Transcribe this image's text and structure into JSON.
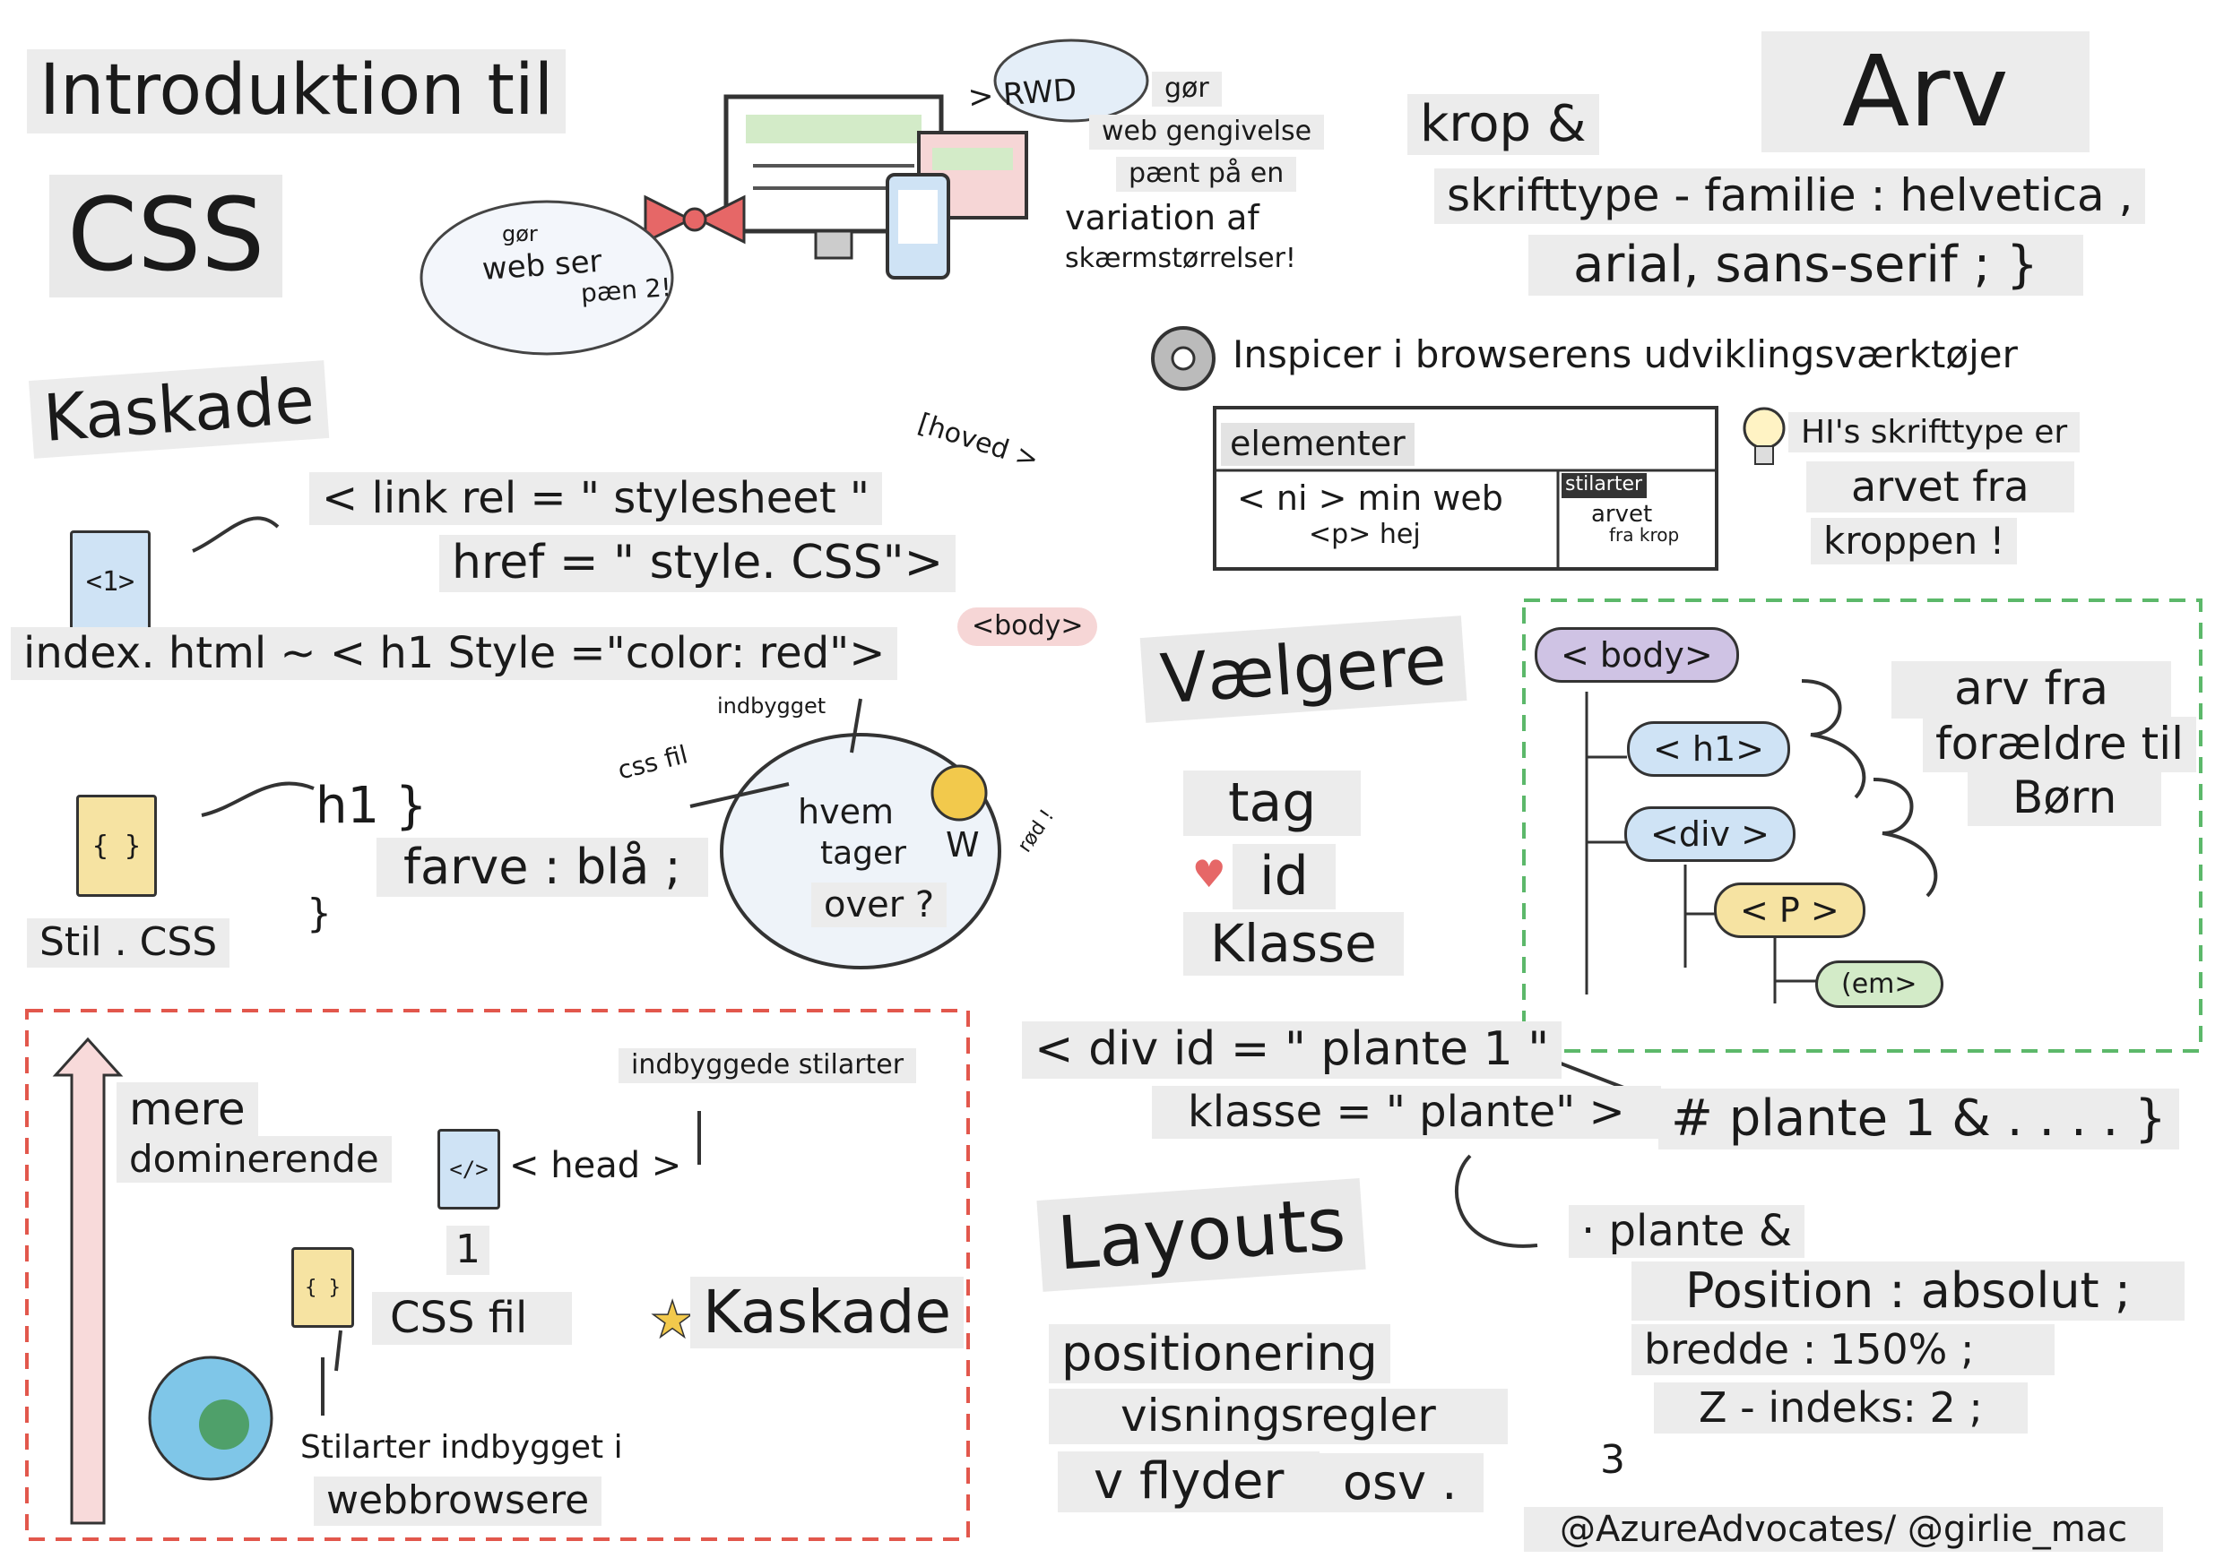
{
  "title": {
    "line1": "Introduktion til",
    "line2": "CSS"
  },
  "cloud": {
    "small": "gør",
    "l1": "web ser",
    "l2": "pæn 2!"
  },
  "rwd": {
    "badge": "> RWD",
    "desc1": "gør",
    "desc2": "web gengivelse",
    "desc3": "pænt på en",
    "desc4": "variation af",
    "desc5": "skærmstørrelser!"
  },
  "inherit": {
    "title": "Arv",
    "rule1": "krop &",
    "rule2": "skrifttype - familie : helvetica ,",
    "rule3": "arial, sans-serif ; }"
  },
  "devtools": {
    "heading": "Inspicer i browserens udviklingsværktøjer",
    "tab": "elementer",
    "row1": "< ni > min web",
    "row2": "<p> hej",
    "panel_tab": "stilarter",
    "panel_line1": "arvet",
    "panel_line2": "fra krop",
    "note1": "HI's skrifttype er",
    "note2": "arvet fra",
    "note3": "kroppen !"
  },
  "cascade": {
    "title": "Kaskade",
    "link1": "< link rel = \" stylesheet \"",
    "link2": "href = \" style. CSS\">",
    "index_line": "index. html ~ < h1 Style =\"color: red\">",
    "file1_label": "<1>",
    "hoved": "[hoved >",
    "body_bubble": "<body>",
    "indbygget": "indbygget",
    "css_fil": "css fil",
    "hvem1": "hvem",
    "hvem2": "tager",
    "hvem3": "over ?",
    "winner": "W",
    "rod": "rød !",
    "h1_rule": "h1 }",
    "h1_prop": "farve : blå ;",
    "h1_close": "}",
    "style_file_label": "{ }",
    "style_css": "Stil . CSS"
  },
  "selectors": {
    "title": "Vælgere",
    "tag": "tag",
    "id": "id",
    "klasse": "Klasse"
  },
  "tree": {
    "body": "< body>",
    "h1": "< h1>",
    "div": "<div >",
    "p": "< P >",
    "em": "(em>",
    "caption1": "arv fra",
    "caption2": "forældre til",
    "caption3": "Børn"
  },
  "div_example": {
    "line1": "< div id = \" plante 1 \"",
    "line2": "klasse = \" plante\" >",
    "id_rule": "# plante 1 & . . . . }"
  },
  "layouts": {
    "title": "Layouts",
    "item1": "positionering",
    "item2": "visningsregler",
    "item3": "v flyder",
    "item4": "osv .",
    "rule1": "· plante &",
    "rule2": "Position : absolut ;",
    "rule3": "bredde : 150% ;",
    "rule4": "Z - indeks: 2 ;",
    "rule5": "3"
  },
  "priority": {
    "more1": "mere",
    "more2": "dominerende",
    "builtin_styles": "indbyggede stilarter",
    "head": "< head >",
    "head_file_icon": "</>",
    "one": "1",
    "css_fil": "CSS fil",
    "css_file_icon": "{ }",
    "kaskade": "Kaskade",
    "browser1": "Stilarter indbygget i",
    "browser2": "webbrowsere"
  },
  "credit": "@AzureAdvocates/ @girlie_mac",
  "colors": {
    "red_border": "#e2574c",
    "green_border": "#5cb86a",
    "purple": "#cfc3e4",
    "blue": "#cfe3f5",
    "yellow": "#f6e3a2",
    "green": "#d3ebc8",
    "pink_arrow": "#f6d6d6"
  }
}
